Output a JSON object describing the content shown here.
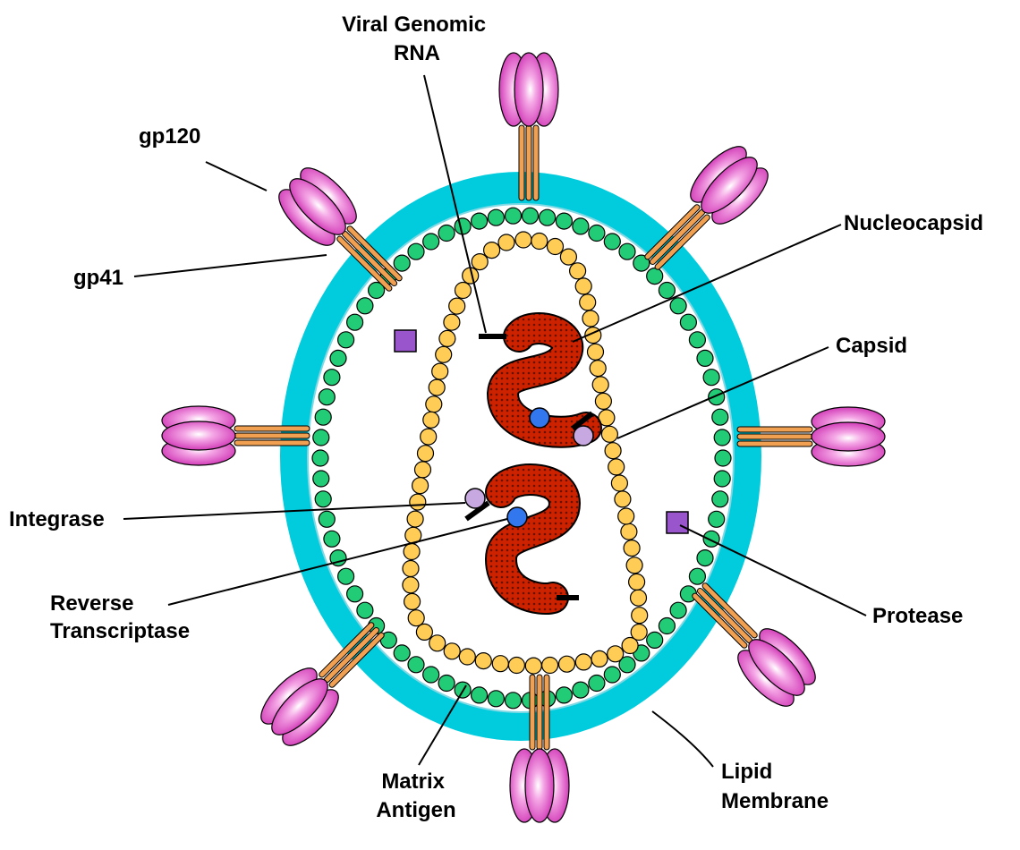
{
  "labels": {
    "viral_rna": [
      "Viral Genomic",
      "RNA"
    ],
    "gp120": "gp120",
    "gp41": "gp41",
    "nucleocapsid": "Nucleocapsid",
    "capsid": "Capsid",
    "integrase": "Integrase",
    "reverse_transcriptase": [
      "Reverse",
      "Transcriptase"
    ],
    "protease": "Protease",
    "matrix_antigen": [
      "Matrix",
      "Antigen"
    ],
    "lipid_membrane": [
      "Lipid",
      "Membrane"
    ]
  },
  "colors": {
    "lipid_membrane": "#00ccdd",
    "matrix_antigen": "#22cc77",
    "capsid": "#ffcc55",
    "rna_nucleocapsid": "#cc2200",
    "gp120": "#dd33bb",
    "gp41": "#f0a050",
    "protease": "#9955cc",
    "reverse_transcriptase": "#3377ee",
    "integrase": "#c8a8e0"
  },
  "icons": {
    "gp120": "trimer-ovoid",
    "gp41": "stalk",
    "protease": "square",
    "reverse_transcriptase": "blue-circle",
    "integrase": "lavender-circle"
  }
}
